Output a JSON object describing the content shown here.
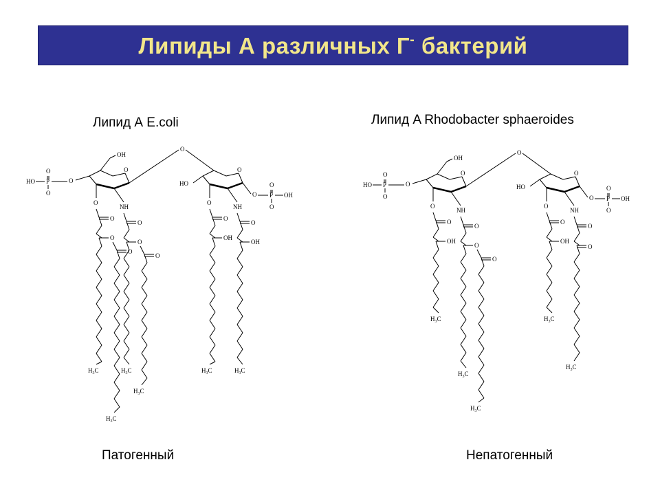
{
  "title": {
    "main": "Липиды А различных Г",
    "superscript": "-",
    "tail": " бактерий"
  },
  "left_panel": {
    "heading": "Липид А E.coli",
    "caption": "Патогенный"
  },
  "right_panel": {
    "heading": "Липид A Rhodobacter sphaeroides",
    "caption": "Непатогенный"
  },
  "atoms": {
    "OH": "OH",
    "O": "O",
    "NH": "NH",
    "P": "P",
    "HO": "HO",
    "CH3_main": "H",
    "CH3_sub": "3",
    "CH3_end": "C"
  },
  "colors": {
    "title_bg": "#2e3192",
    "title_text": "#f2e68a"
  }
}
